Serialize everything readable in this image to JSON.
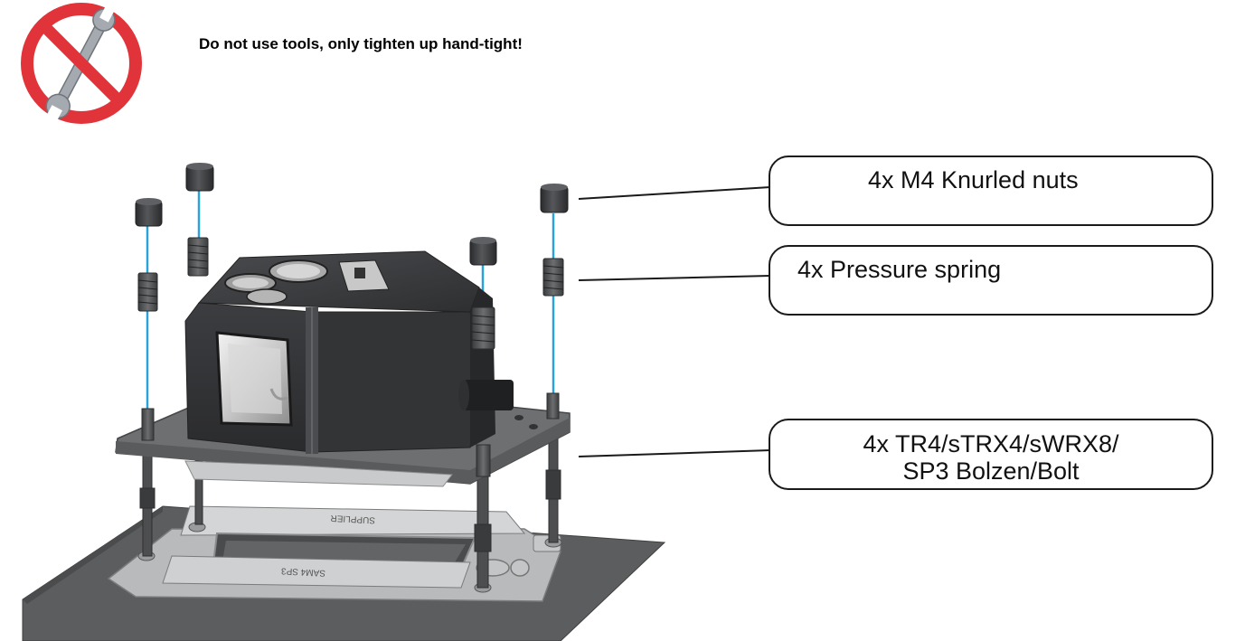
{
  "warning": {
    "text": "Do not use tools, only tighten up hand-tight!",
    "icon": "no-tools-icon",
    "colors": {
      "prohibition_red": "#e0343a",
      "wrench": "#9aa0a6"
    }
  },
  "callouts": {
    "nuts": "4x M4 Knurled nuts",
    "spring": "4x Pressure spring",
    "bolt_line1": "4x TR4/sTRX4/sWRX8/",
    "bolt_line2": "SP3 Bolzen/Bolt"
  },
  "socket_frame": {
    "text_supplier": "SUPPLIER",
    "text_socket": "SAM4 SP3"
  },
  "colors": {
    "leader_line": "#1a1a1a",
    "guide_line": "#2aa3d8",
    "block_body": "#3a3b3d",
    "plate": "#6b6c6e",
    "base": "#5a5b5c",
    "frame": "#c9cacb"
  }
}
